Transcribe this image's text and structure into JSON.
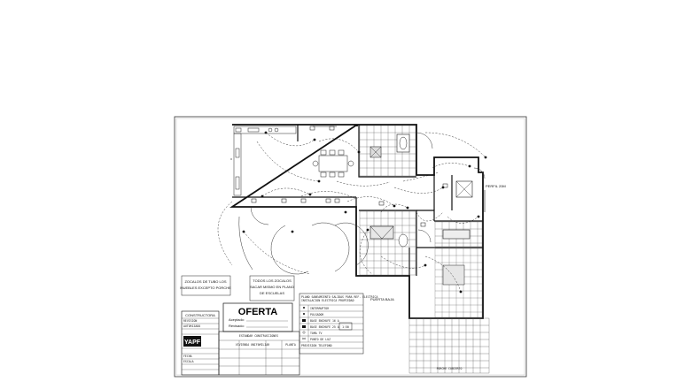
{
  "notes": {
    "left_box": [
      "ZOCALOS DE TUBO LOS",
      "MUEBLES EXCEPTO PORCHE"
    ],
    "center_box": [
      "TODOS LOS ZOCALOS",
      "SACAR MISMO EN PLANO",
      "DE ESCUELAS"
    ]
  },
  "labels": {
    "porch": "PORCHE CUBIERTO",
    "right_side": "PERFIL 20M",
    "center_small": "PUERTA BAJA"
  },
  "offer": {
    "title": "OFERTA",
    "line1": "Aceptado:",
    "line2": "Revisado:"
  },
  "legend": {
    "heading": [
      "PLANO SANEAMIENTO SALIDAS PARA REF. ELECTRICA",
      "INSTALACION ELECTRICA PROPIEDAD"
    ],
    "items": [
      "INTERRUPTOR",
      "PULSADOR",
      "BASE ENCHUFE 16 A",
      "BASE ENCHUFE 25 A",
      "TOMA TV",
      "PUNTO DE LUZ"
    ],
    "footer": "PREVISION TELEFONO"
  },
  "scale": "1:50",
  "company": {
    "logo": "YAPF",
    "name": "CONSTRUCTORA",
    "rows": [
      "REVISION",
      "AUTORIZADO",
      "FECHA",
      "ESCALA"
    ]
  },
  "title_block": {
    "project": "ESTANDAR CONSTRUCCIONES",
    "client": "VIVIENDA UNIFAMILIAR",
    "sheet": "PLANTA"
  },
  "colors": {
    "line": "#1a1a1a",
    "light": "#6b6b6b",
    "paper": "#ffffff"
  }
}
